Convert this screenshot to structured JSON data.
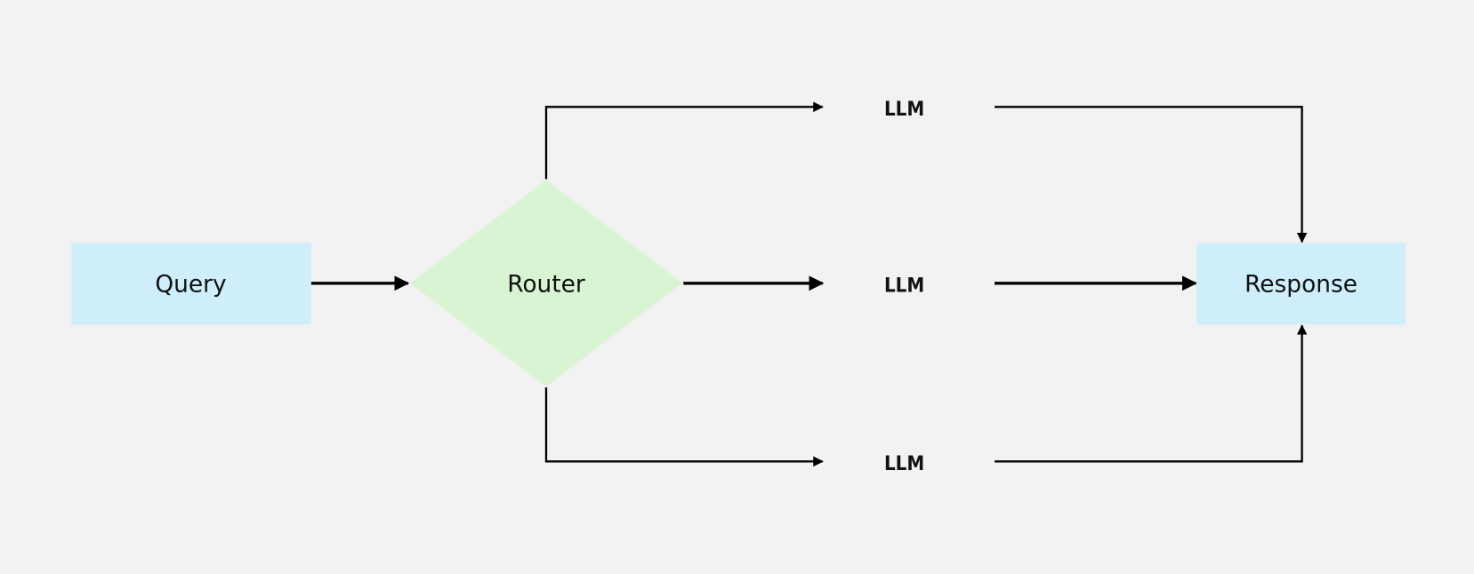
{
  "nodes": {
    "query": {
      "label": "Query",
      "shape": "rectangle",
      "color": "#cdeefa"
    },
    "router": {
      "label": "Router",
      "shape": "diamond",
      "color": "#d9f4d3"
    },
    "llm_top": {
      "label": "LLM",
      "icon": "llm-network-icon"
    },
    "llm_middle": {
      "label": "LLM",
      "icon": "llm-network-icon"
    },
    "llm_bottom": {
      "label": "LLM",
      "icon": "llm-network-icon"
    },
    "response": {
      "label": "Response",
      "shape": "rectangle",
      "color": "#cdeefa"
    }
  },
  "edges": [
    {
      "from": "query",
      "to": "router"
    },
    {
      "from": "router",
      "to": "llm_top"
    },
    {
      "from": "router",
      "to": "llm_middle"
    },
    {
      "from": "router",
      "to": "llm_bottom"
    },
    {
      "from": "llm_top",
      "to": "response"
    },
    {
      "from": "llm_middle",
      "to": "response"
    },
    {
      "from": "llm_bottom",
      "to": "response"
    }
  ]
}
